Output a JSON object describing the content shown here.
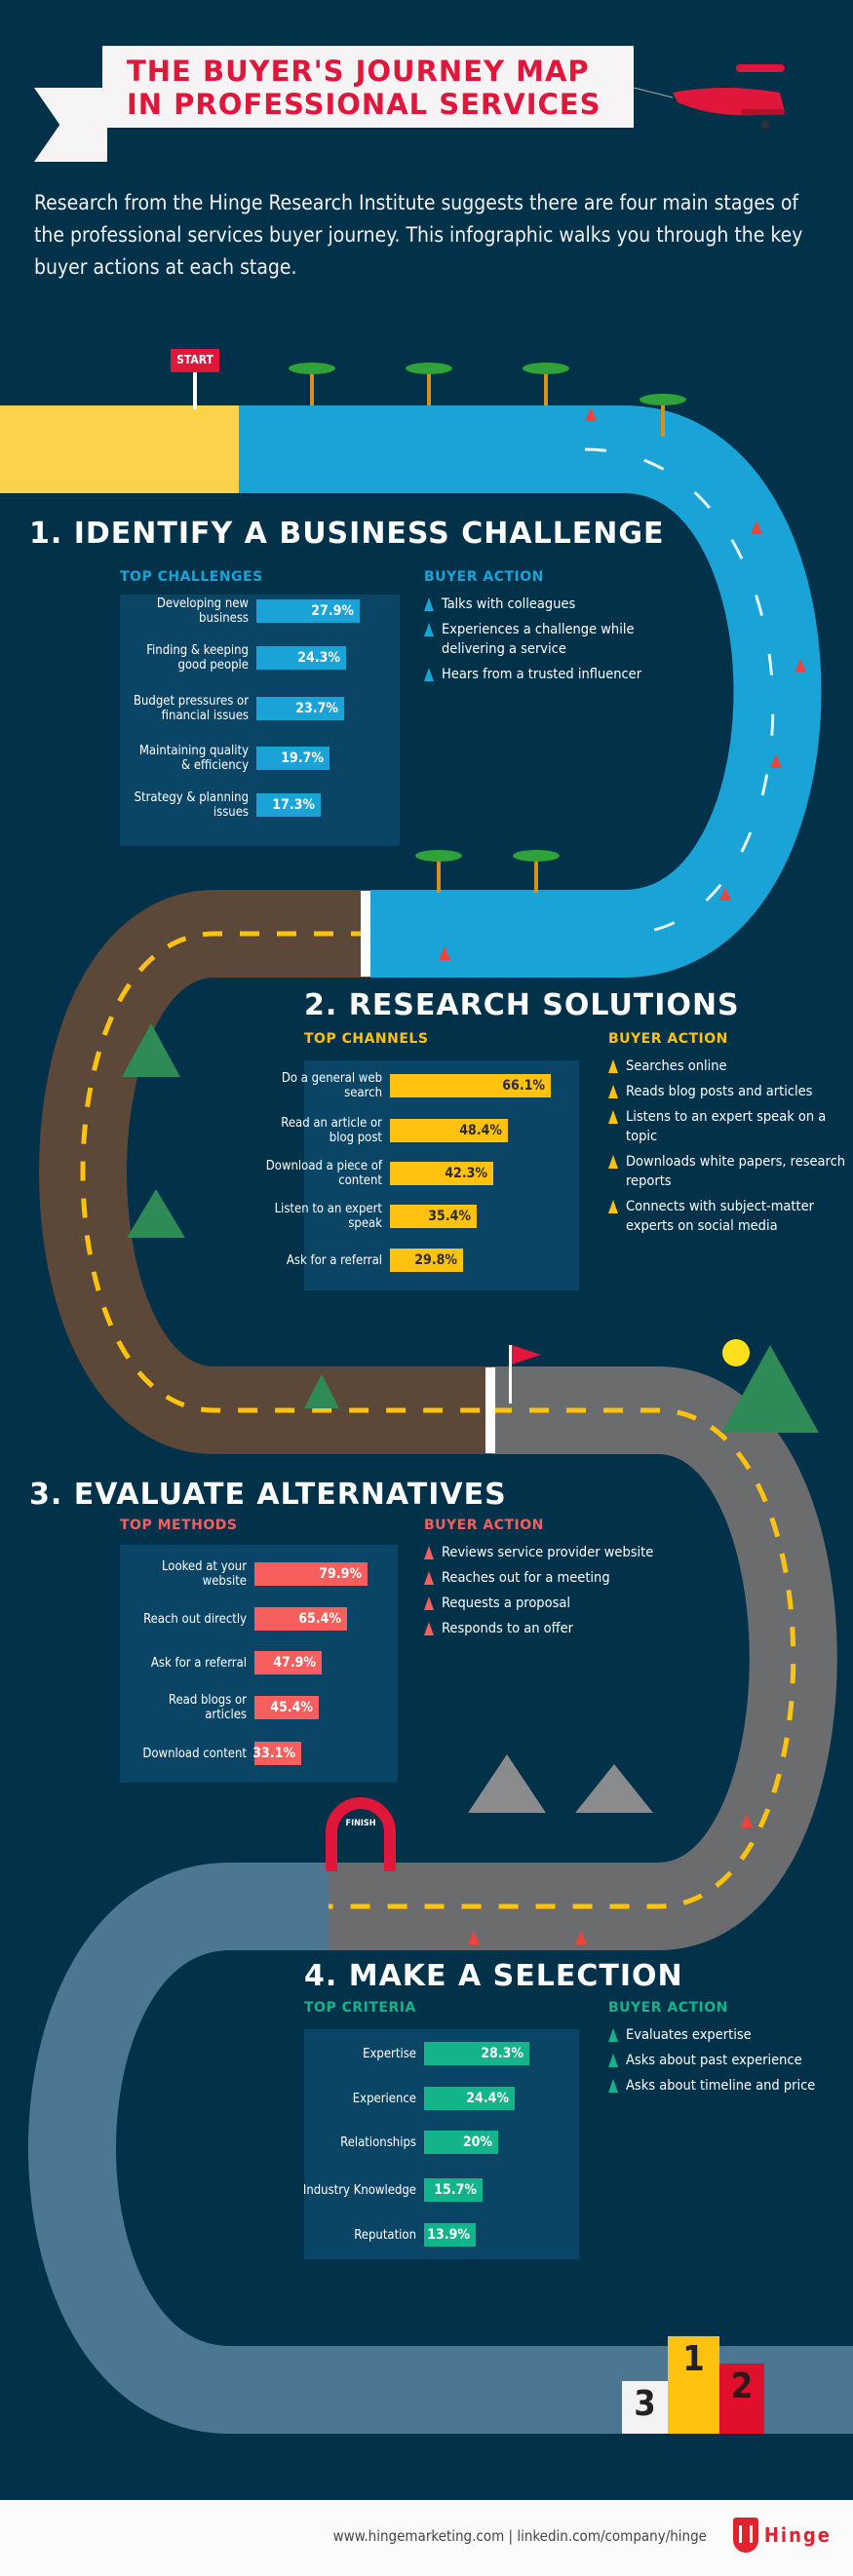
{
  "header": {
    "title_line1": "THE BUYER'S JOURNEY MAP",
    "title_line2": "IN PROFESSIONAL SERVICES",
    "intro": "Research from the Hinge Research Institute suggests there are four main stages of the professional services buyer journey. This infographic walks you through the key buyer actions at each stage."
  },
  "road": {
    "start_label": "START",
    "finish_label": "FINISH"
  },
  "colors": {
    "background": "#02314a",
    "stage1": "#1aa3d6",
    "stage2": "#ffc20e",
    "stage3": "#f75f5f",
    "stage4": "#14b48a",
    "brand": "#e0232e"
  },
  "stages": [
    {
      "heading": "1. IDENTIFY A BUSINESS CHALLENGE",
      "chart_label": "TOP CHALLENGES",
      "action_label": "BUYER ACTION",
      "actions": [
        "Talks with colleagues",
        "Experiences a challenge while delivering a service",
        "Hears from a trusted influencer"
      ]
    },
    {
      "heading": "2. RESEARCH SOLUTIONS",
      "chart_label": "TOP CHANNELS",
      "action_label": "BUYER ACTION",
      "actions": [
        "Searches online",
        "Reads blog posts and articles",
        "Listens to an expert speak on a topic",
        "Downloads white papers, research reports",
        "Connects with subject-matter experts on social media"
      ]
    },
    {
      "heading": "3. EVALUATE ALTERNATIVES",
      "chart_label": "TOP METHODS",
      "action_label": "BUYER ACTION",
      "actions": [
        "Reviews service provider website",
        "Reaches out for a meeting",
        "Requests a proposal",
        "Responds to an offer"
      ]
    },
    {
      "heading": "4. MAKE A SELECTION",
      "chart_label": "TOP CRITERIA",
      "action_label": "BUYER ACTION",
      "actions": [
        "Evaluates expertise",
        "Asks about past experience",
        "Asks about timeline and price"
      ]
    }
  ],
  "chart_data": [
    {
      "type": "bar",
      "title": "TOP CHALLENGES",
      "categories": [
        "Developing new business",
        "Finding & keeping good people",
        "Budget pressures or financial issues",
        "Maintaining quality & efficiency",
        "Strategy & planning issues"
      ],
      "values": [
        27.9,
        24.3,
        23.7,
        19.7,
        17.3
      ],
      "labels": [
        "27.9%",
        "24.3%",
        "23.7%",
        "19.7%",
        "17.3%"
      ]
    },
    {
      "type": "bar",
      "title": "TOP CHANNELS",
      "categories": [
        "Do a general web search",
        "Read an article or blog post",
        "Download a piece of content",
        "Listen to an expert speak",
        "Ask for a referral"
      ],
      "values": [
        66.1,
        48.4,
        42.3,
        35.4,
        29.8
      ],
      "labels": [
        "66.1%",
        "48.4%",
        "42.3%",
        "35.4%",
        "29.8%"
      ]
    },
    {
      "type": "bar",
      "title": "TOP METHODS",
      "categories": [
        "Looked at your website",
        "Reach out directly",
        "Ask for a referral",
        "Read blogs or articles",
        "Download content"
      ],
      "values": [
        79.9,
        65.4,
        47.9,
        45.4,
        33.1
      ],
      "labels": [
        "79.9%",
        "65.4%",
        "47.9%",
        "45.4%",
        "33.1%"
      ]
    },
    {
      "type": "bar",
      "title": "TOP CRITERIA",
      "categories": [
        "Expertise",
        "Experience",
        "Relationships",
        "Industry Knowledge",
        "Reputation"
      ],
      "values": [
        28.3,
        24.4,
        20,
        15.7,
        13.9
      ],
      "labels": [
        "28.3%",
        "24.4%",
        "20%",
        "15.7%",
        "13.9%"
      ]
    }
  ],
  "podium": {
    "first": "1",
    "second": "2",
    "third": "3"
  },
  "footer": {
    "links": "www.hingemarketing.com  |  linkedin.com/company/hinge",
    "brand": "Hinge"
  }
}
